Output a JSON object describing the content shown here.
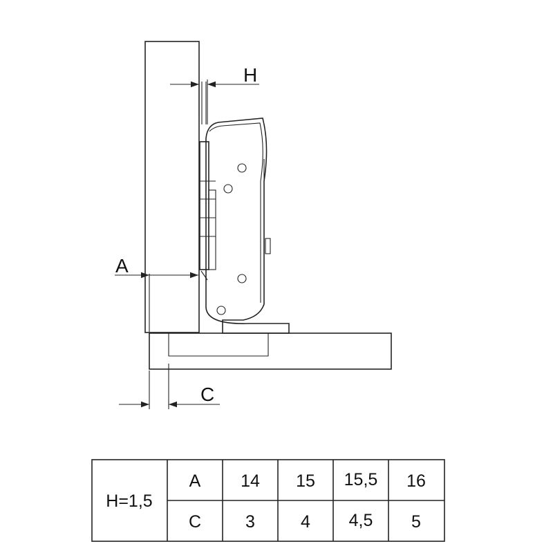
{
  "dimension_labels": {
    "h": "H",
    "a": "A",
    "c": "C"
  },
  "table": {
    "header": "H=1,5",
    "rows": [
      {
        "label": "A",
        "values": [
          "14",
          "15",
          "15,5",
          "16"
        ]
      },
      {
        "label": "C",
        "values": [
          "3",
          "4",
          "4,5",
          "5"
        ]
      }
    ]
  }
}
